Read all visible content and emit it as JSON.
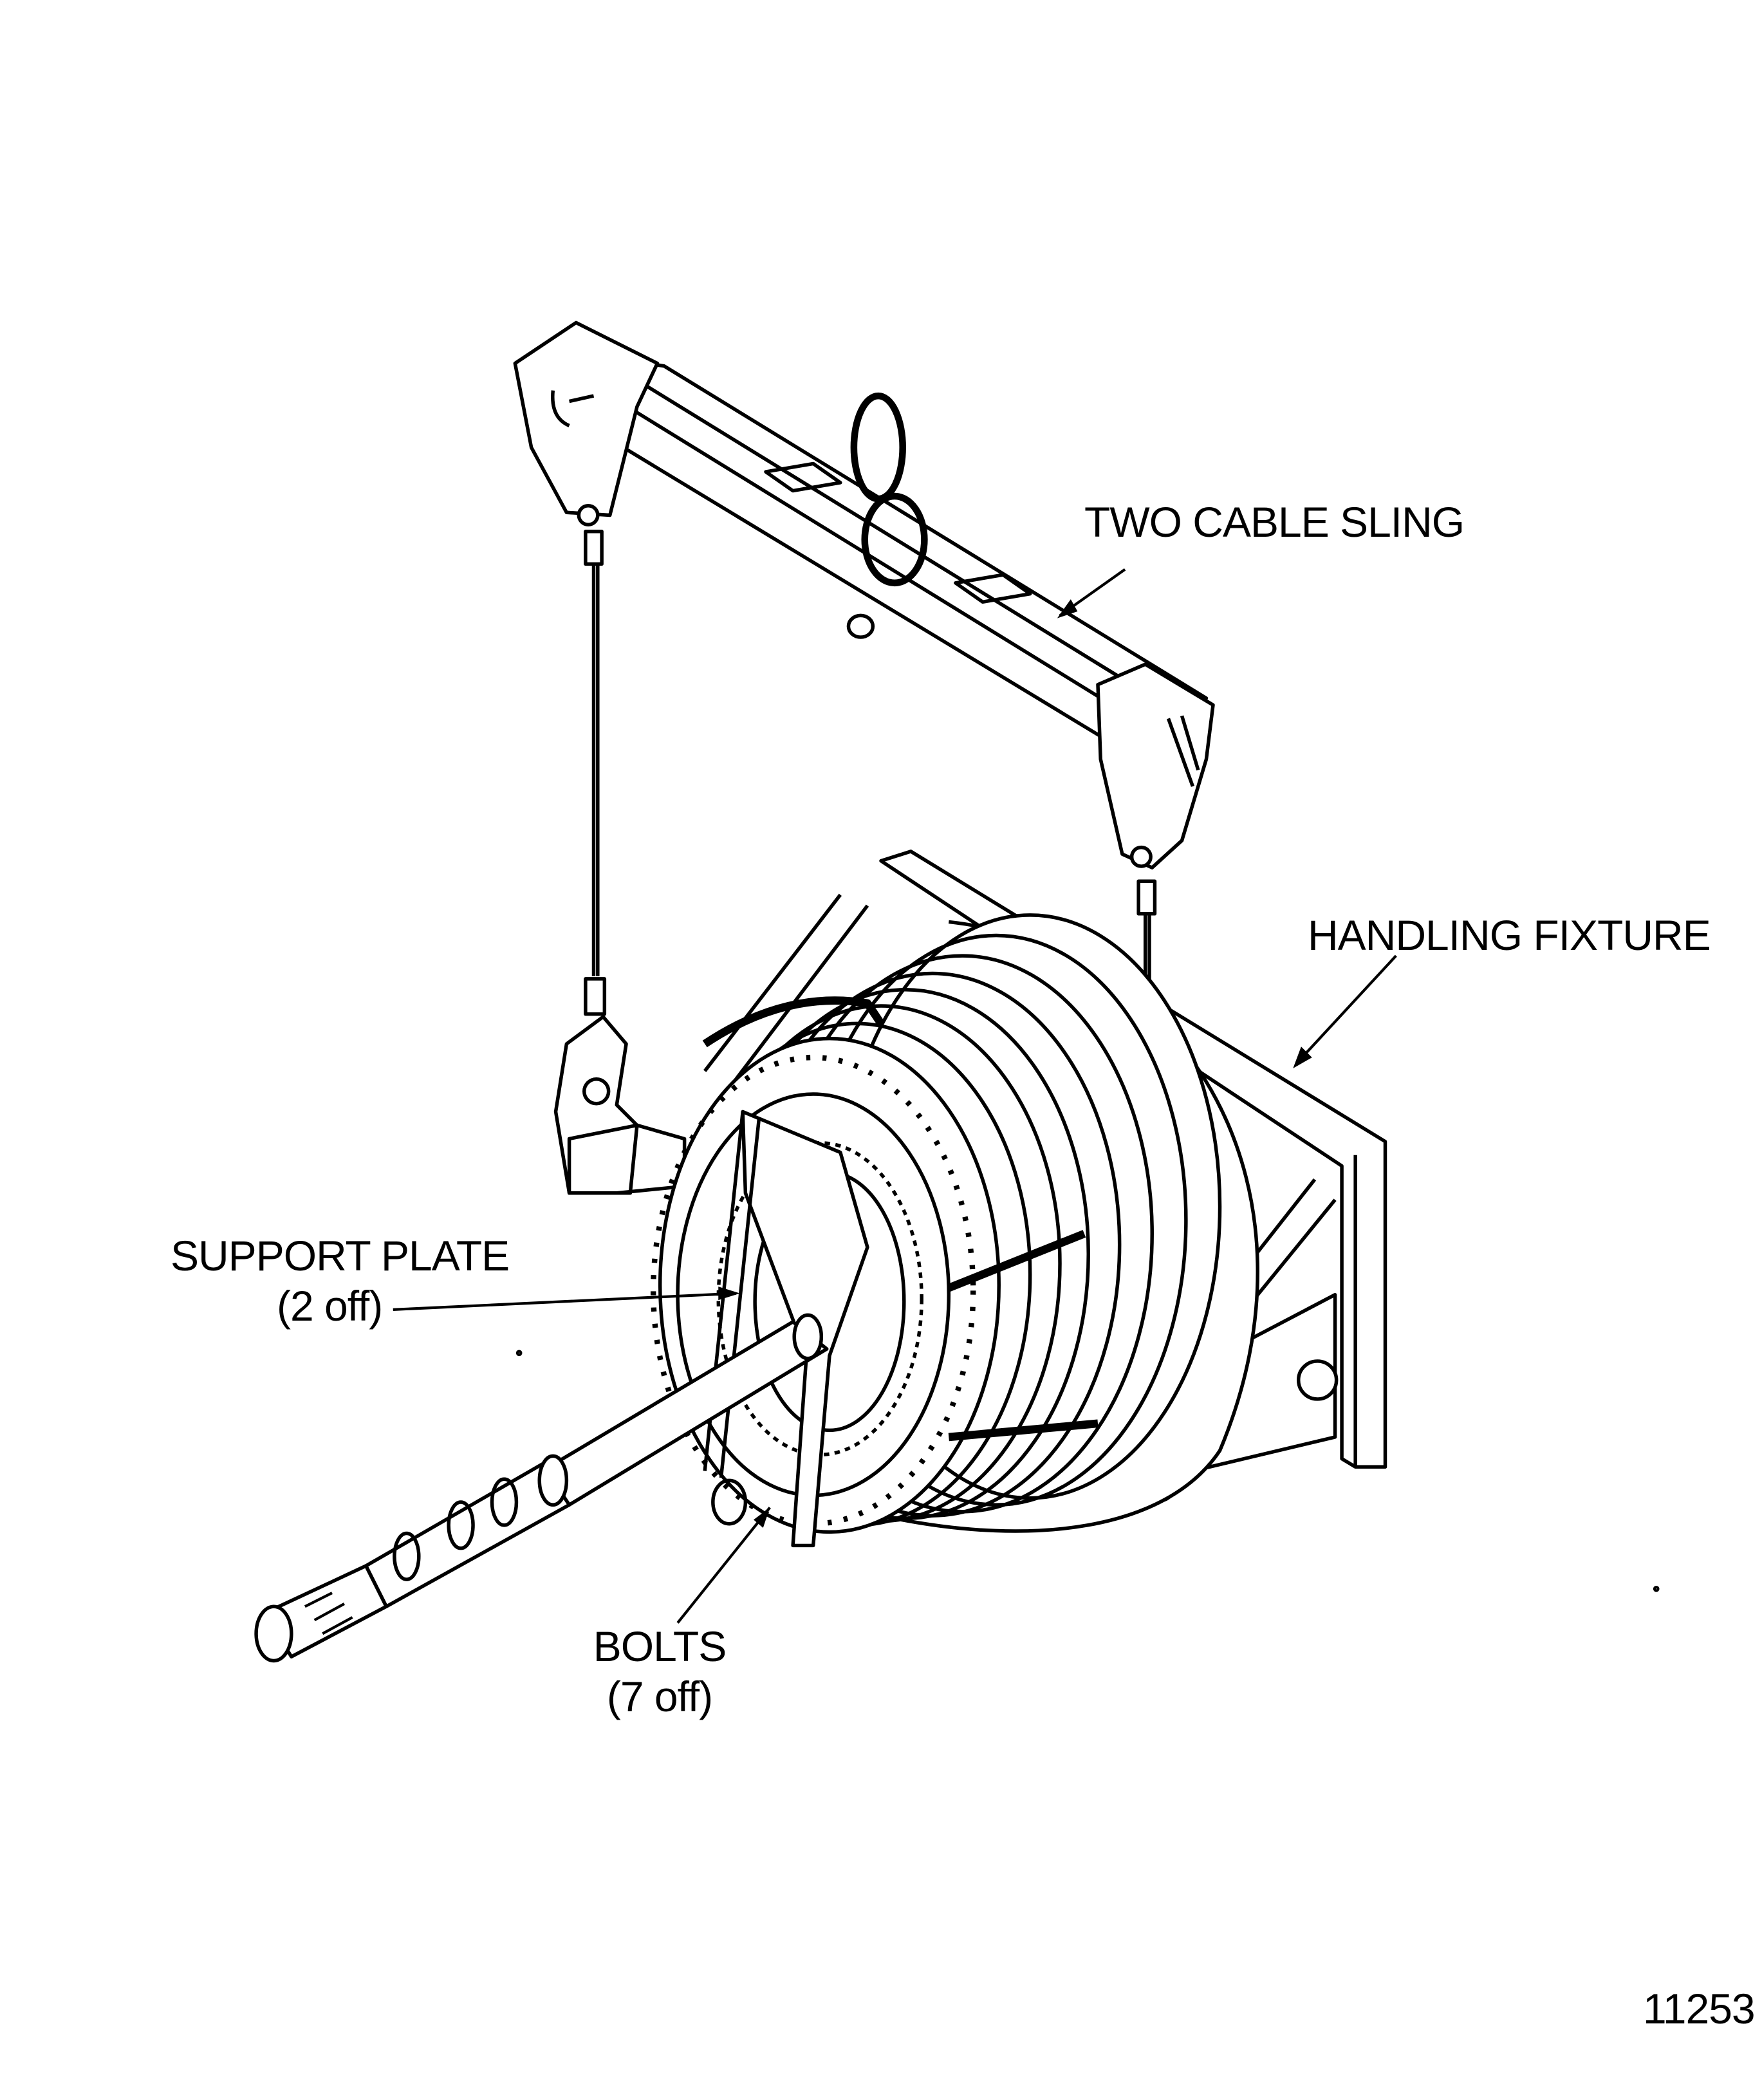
{
  "labels": {
    "two_cable_sling": "TWO CABLE SLING",
    "handling_fixture": "HANDLING FIXTURE",
    "support_plate": "SUPPORT PLATE",
    "support_plate_qty": "(2 off)",
    "bolts": "BOLTS",
    "bolts_qty": "(7 off)"
  },
  "figure_number": "11253",
  "colors": {
    "ink": "#000000",
    "paper": "#ffffff"
  }
}
